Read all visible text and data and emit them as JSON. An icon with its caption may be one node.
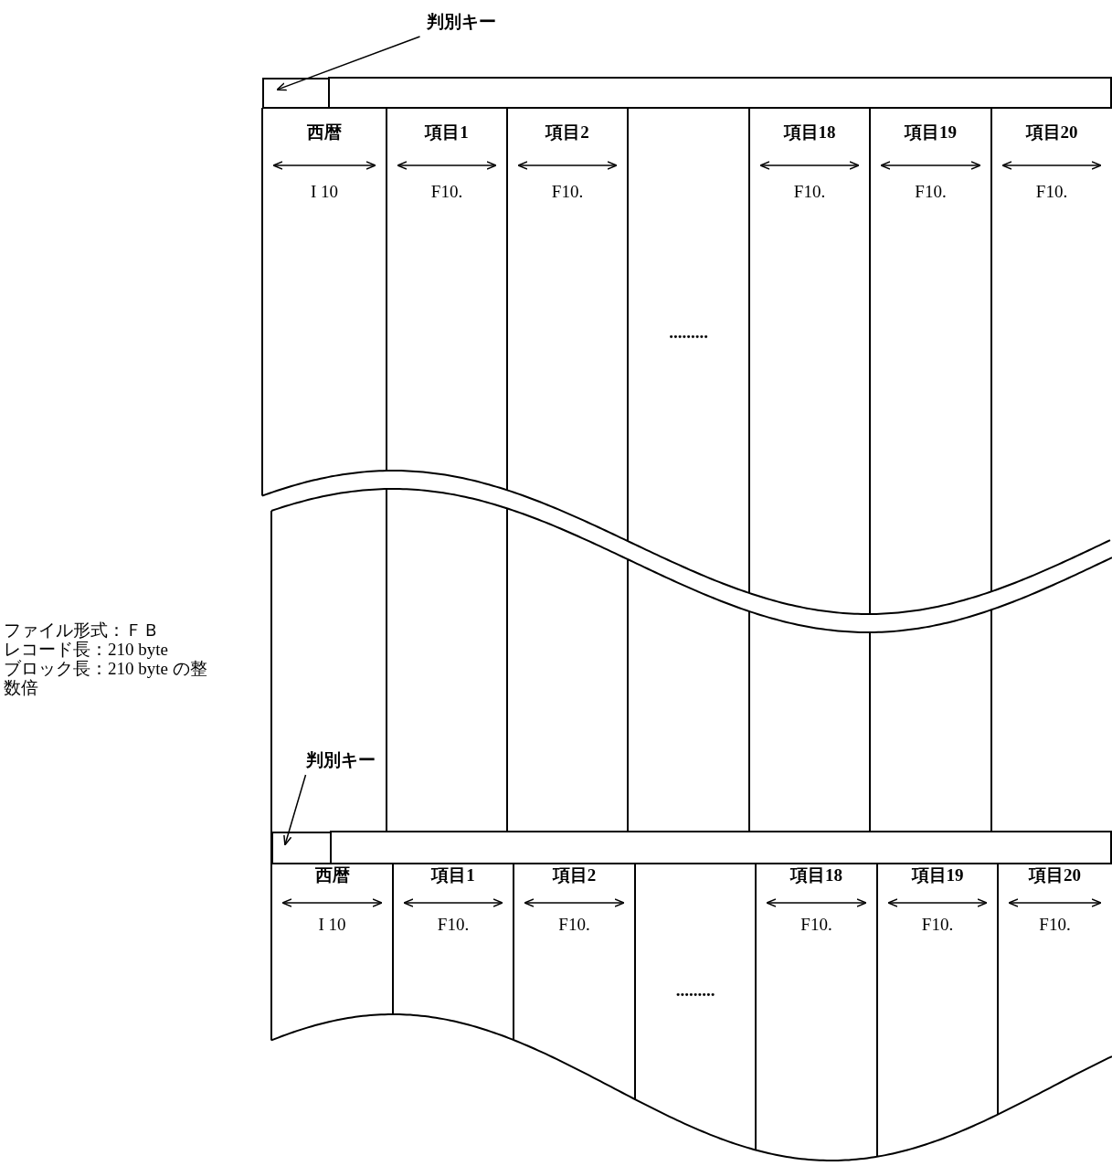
{
  "diagram": {
    "nodes": [
      {
        "text": [
          "判別キー"
        ]
      },
      {
        "text": [],
        "shape": "box"
      },
      {
        "text": [
          "西暦",
          "I 10"
        ]
      },
      {
        "text": [
          "項目1",
          "F10."
        ]
      },
      {
        "text": [
          "項目2",
          "F10."
        ]
      },
      {
        "text": [
          "........."
        ]
      },
      {
        "text": [
          "項目18",
          "F10."
        ]
      },
      {
        "text": [
          "項目19",
          "F10."
        ]
      },
      {
        "text": [
          "項目20",
          "F10."
        ]
      },
      {
        "text": [
          "判別キー"
        ]
      },
      {
        "text": [],
        "shape": "box"
      },
      {
        "text": [
          "西暦",
          "I 10"
        ]
      },
      {
        "text": [
          "項目1",
          "F10."
        ]
      },
      {
        "text": [
          "項目2",
          "F10."
        ]
      },
      {
        "text": [
          "........."
        ]
      },
      {
        "text": [
          "項目18",
          "F10."
        ]
      },
      {
        "text": [
          "項目19",
          "F10."
        ]
      },
      {
        "text": [
          "項目20",
          "F10."
        ]
      }
    ],
    "edges": [
      {
        "from": 0,
        "to": 1,
        "arrow": "to"
      },
      {
        "from": 9,
        "to": 10,
        "arrow": "to"
      }
    ],
    "labels": [
      "ファイル形式：ＦＢ",
      "レコード長：210 byte",
      "ブロック長：210 byte の整数倍"
    ]
  }
}
